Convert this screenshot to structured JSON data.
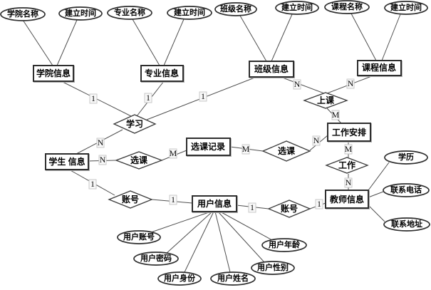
{
  "colors": {
    "background": "#ffffff",
    "shape_fill": "#ffffff",
    "shape_stroke": "#2e2e2e",
    "connector": "#4f4f4f",
    "cardinality_box_fill": "#f8f8f8",
    "cardinality_box_border": "#c9c9c9",
    "text": "#000000"
  },
  "entities": [
    {
      "label": "学院信息"
    },
    {
      "label": "专业信息"
    },
    {
      "label": "班级信息"
    },
    {
      "label": "课程信息"
    },
    {
      "label": "学生 信息"
    },
    {
      "label": "选课记录"
    },
    {
      "label": "工作安排"
    },
    {
      "label": "用户信息"
    },
    {
      "label": "教师信息"
    }
  ],
  "relationships": [
    {
      "label": "学习"
    },
    {
      "label": "上课"
    },
    {
      "label": "选课"
    },
    {
      "label": "选课"
    },
    {
      "label": "工作"
    },
    {
      "label": "账号"
    },
    {
      "label": "账号"
    }
  ],
  "attributes": [
    {
      "label": "学院名称"
    },
    {
      "label": "建立时间"
    },
    {
      "label": "专业名称"
    },
    {
      "label": "建立时间"
    },
    {
      "label": "班级名称"
    },
    {
      "label": "建立时间"
    },
    {
      "label": "课程名称"
    },
    {
      "label": "建立时间"
    },
    {
      "label": "学历"
    },
    {
      "label": "联系电话"
    },
    {
      "label": "联系地址"
    },
    {
      "label": "用户账号"
    },
    {
      "label": "用户密码"
    },
    {
      "label": "用户身份"
    },
    {
      "label": "用户姓名"
    },
    {
      "label": "用户性别"
    },
    {
      "label": "用户年龄"
    }
  ],
  "cardinalities": [
    {
      "text": "1"
    },
    {
      "text": "1"
    },
    {
      "text": "1"
    },
    {
      "text": "N"
    },
    {
      "text": "N"
    },
    {
      "text": "M"
    },
    {
      "text": "M"
    },
    {
      "text": "N"
    },
    {
      "text": "N"
    },
    {
      "text": "M"
    },
    {
      "text": "N"
    },
    {
      "text": "M"
    },
    {
      "text": "N"
    },
    {
      "text": "1"
    },
    {
      "text": "1"
    },
    {
      "text": "1"
    },
    {
      "text": "1"
    }
  ]
}
